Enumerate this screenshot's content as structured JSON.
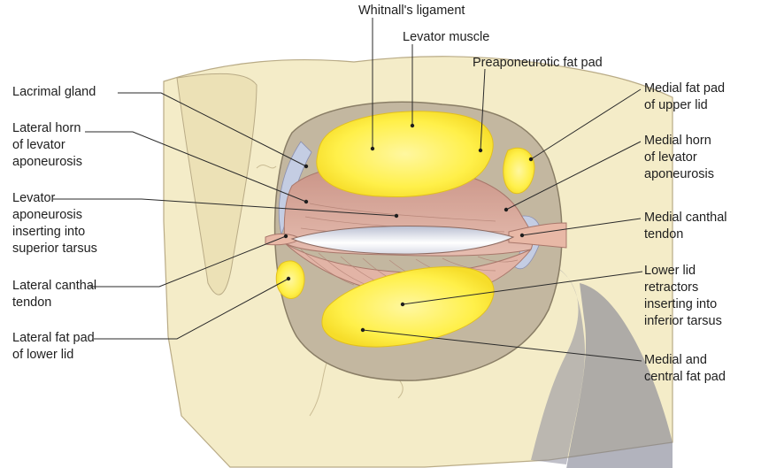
{
  "labels": {
    "whitnall": [
      "Whitnall's ligament"
    ],
    "levator_muscle": [
      "Levator muscle"
    ],
    "preaponeurotic": [
      "Preaponeurotic fat pad"
    ],
    "lacrimal_gland": [
      "Lacrimal gland"
    ],
    "lateral_horn": [
      "Lateral horn",
      "of levator",
      "aponeurosis"
    ],
    "levator_aponeurosis": [
      "Levator",
      "aponeurosis",
      "inserting into",
      "superior tarsus"
    ],
    "lateral_canthal": [
      "Lateral canthal",
      "tendon"
    ],
    "lateral_fat_pad": [
      "Lateral fat pad",
      "of lower lid"
    ],
    "medial_fat_pad_upper": [
      "Medial fat pad",
      "of upper lid"
    ],
    "medial_horn": [
      "Medial horn",
      "of levator",
      "aponeurosis"
    ],
    "medial_canthal": [
      "Medial canthal",
      "tendon"
    ],
    "lower_lid_retractors": [
      "Lower lid",
      "retractors",
      "inserting into",
      "inferior tarsus"
    ],
    "medial_central_fat_pad": [
      "Medial and",
      "central fat pad"
    ]
  },
  "colors": {
    "bone": "#f4ecc8",
    "fat": "#fff04a",
    "muscle": "#d9a89a",
    "tendon": "#e8b8a6",
    "globe_highlight": "#c4cde3",
    "shadow": "#8c8d9c"
  }
}
